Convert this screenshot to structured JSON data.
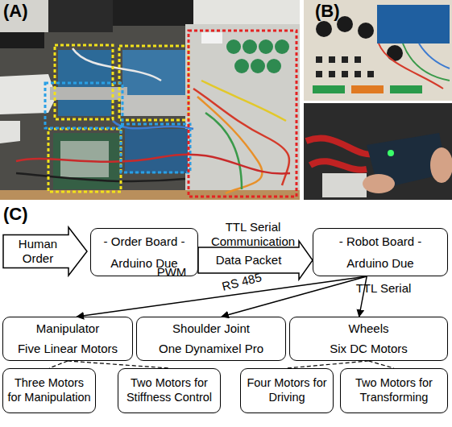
{
  "diagram": {
    "nodes": [
      {
        "text": [
          "Human Order"
        ]
      },
      {
        "text": [
          "- Order Board -",
          "Arduino Due"
        ]
      },
      {
        "text": [
          "- Robot Board -",
          "Arduino Due"
        ]
      },
      {
        "text": [
          "Manipulator",
          "Five Linear Motors"
        ]
      },
      {
        "text": [
          "Shoulder Joint",
          "One Dynamixel Pro"
        ]
      },
      {
        "text": [
          "Wheels",
          "Six DC Motors"
        ]
      },
      {
        "text": [
          "Three Motors for Manipulation"
        ]
      },
      {
        "text": [
          "Two Motors for Stiffness Control"
        ]
      },
      {
        "text": [
          "Four Motors for Driving"
        ]
      },
      {
        "text": [
          "Two Motors for Transforming"
        ]
      }
    ],
    "edges": [
      {
        "from": 1,
        "to": 2,
        "label": "Data Packet",
        "arrow": "to"
      },
      {
        "from": 2,
        "to": 3,
        "label": "PWM",
        "arrow": "to"
      },
      {
        "from": 2,
        "to": 4,
        "label": "RS 485",
        "arrow": "to"
      },
      {
        "from": 2,
        "to": 5,
        "label": "TTL Serial",
        "arrow": "to"
      },
      {
        "from": 3,
        "to": 6,
        "arrow": "none"
      },
      {
        "from": 3,
        "to": 7,
        "arrow": "none"
      },
      {
        "from": 5,
        "to": 8,
        "arrow": "none"
      },
      {
        "from": 5,
        "to": 9,
        "arrow": "none"
      }
    ],
    "labels": [
      "(A)",
      "(B)",
      "(C)",
      "TTL Serial Communication"
    ]
  }
}
